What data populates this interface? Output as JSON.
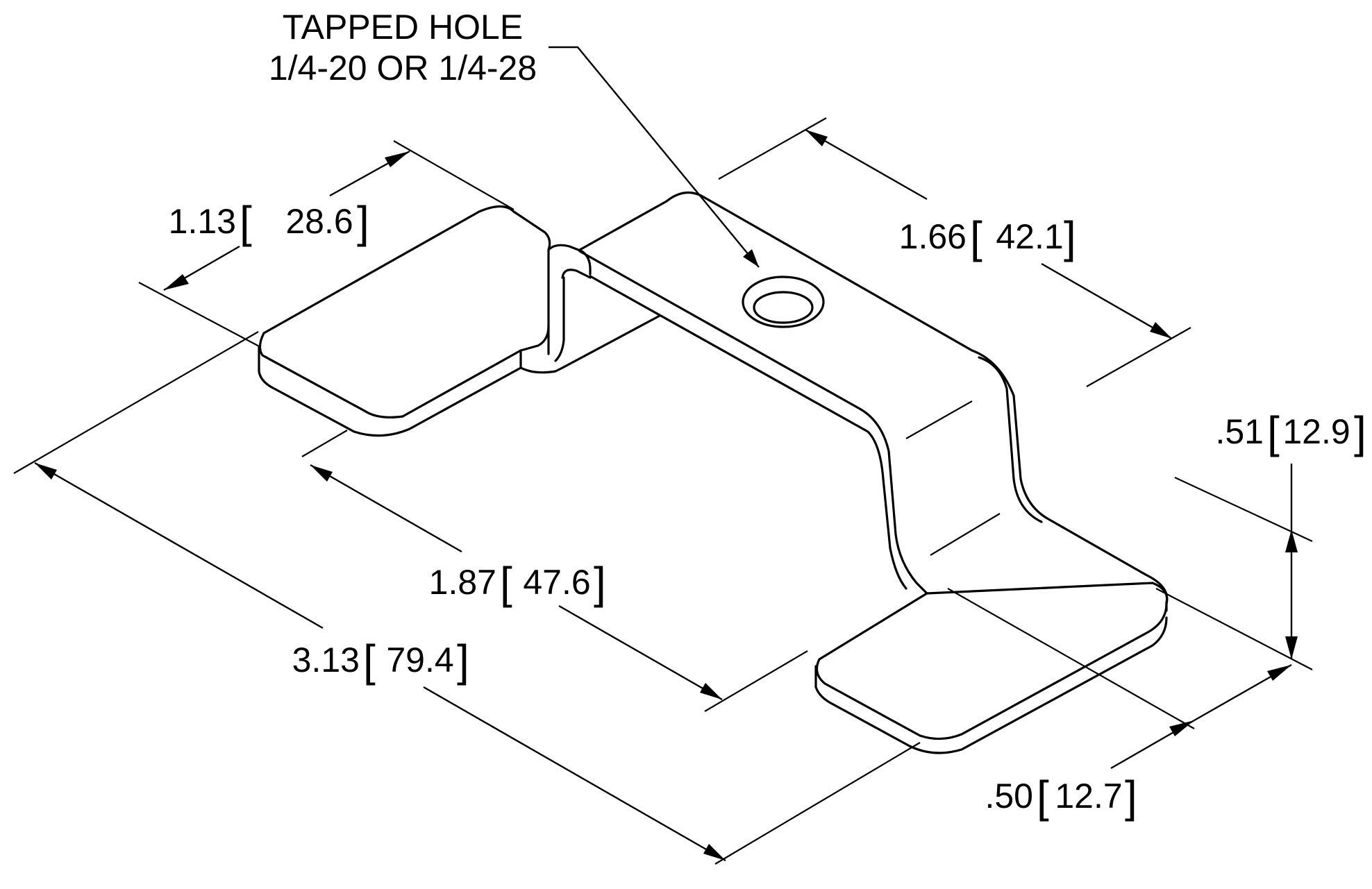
{
  "drawing": {
    "note_line1": "TAPPED HOLE",
    "note_line2": "1/4-20 OR 1/4-28"
  },
  "dimensions": [
    {
      "id": "flange-width",
      "inch": "1.13",
      "mm": "28.6"
    },
    {
      "id": "bridge-length",
      "inch": "1.66",
      "mm": "42.1"
    },
    {
      "id": "height",
      "inch": ".51",
      "mm": "12.9"
    },
    {
      "id": "inner-span",
      "inch": "1.87",
      "mm": "47.6"
    },
    {
      "id": "overall-length",
      "inch": "3.13",
      "mm": "79.4"
    },
    {
      "id": "flange-depth",
      "inch": ".50",
      "mm": "12.7"
    }
  ]
}
